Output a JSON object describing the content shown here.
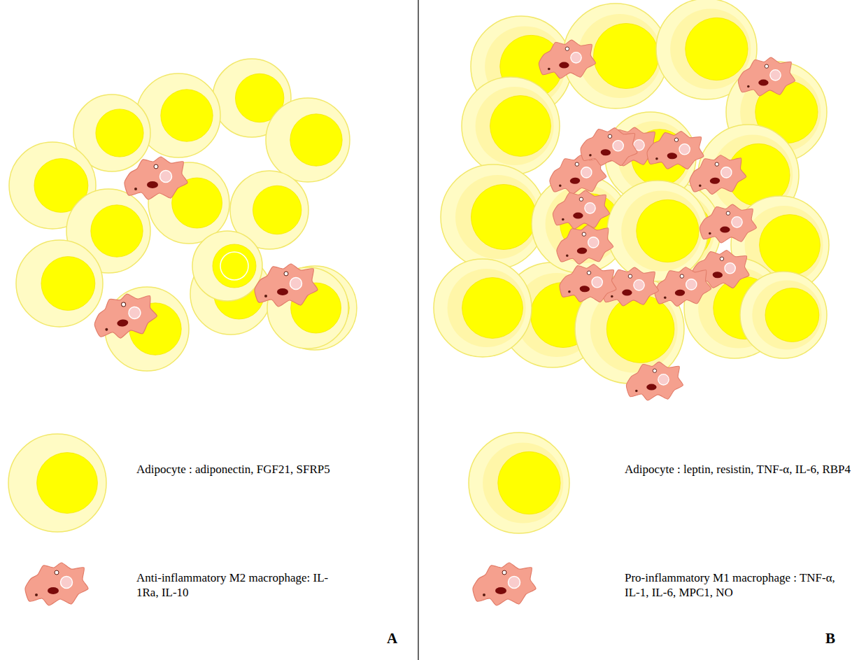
{
  "diagram": {
    "labels": [
      "A",
      "B"
    ],
    "legend": [
      {
        "text": "Adipocyte : adiponectin, FGF21, SFRP5"
      },
      {
        "text": "Anti-inflammatory M2 macrophage: IL-1Ra, IL-10"
      },
      {
        "text": "Adipocyte : leptin, resistin, TNF-α, IL-6, RBP4"
      },
      {
        "text": "Pro-inflammatory M1 macrophage : TNF-α, IL-1, IL-6, MPC1, NO"
      }
    ]
  }
}
